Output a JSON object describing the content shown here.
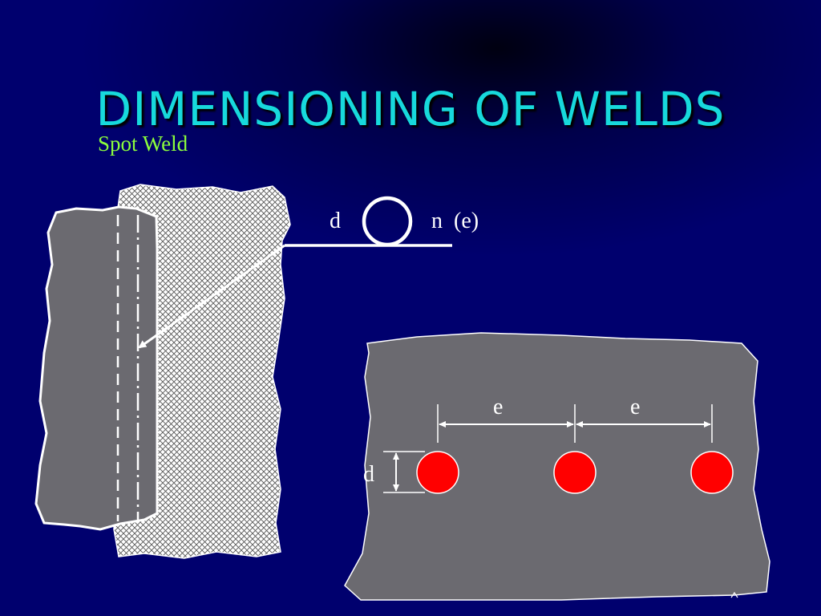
{
  "slide": {
    "title": "DIMENSIONING OF WELDS",
    "subtitle": "Spot Weld"
  },
  "symbol": {
    "left_label": "d",
    "right_label": "n  (e)"
  },
  "plan_view": {
    "spacing_label_1": "e",
    "spacing_label_2": "e",
    "diameter_label": "d"
  },
  "colors": {
    "background": "#00006e",
    "title": "#17d9dc",
    "subtitle": "#8cff3c",
    "plate": "#6b6a70",
    "weld_spot": "#ff0000"
  }
}
